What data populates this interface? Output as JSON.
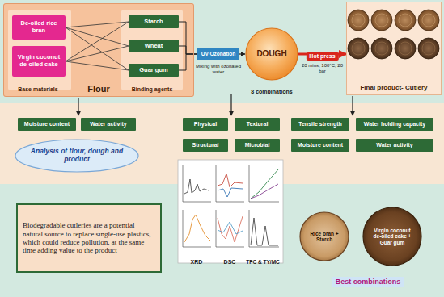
{
  "diagram": {
    "nodes": [
      {
        "text": [
          "Flour"
        ]
      },
      {
        "text": [
          "De-oiled rice bran"
        ],
        "in": 0
      },
      {
        "text": [
          "Virgin coconut de-oiled cake"
        ],
        "in": 0
      },
      {
        "text": [
          "Starch"
        ],
        "in": 0
      },
      {
        "text": [
          "Wheat"
        ],
        "in": 0
      },
      {
        "text": [
          "Guar gum"
        ],
        "in": 0
      },
      {
        "text": [
          "UV Ozonation"
        ]
      },
      {
        "text": [
          "DOUGH"
        ]
      },
      {
        "text": [
          "Final product- Cutlery"
        ]
      },
      {
        "text": [
          "Moisture content"
        ]
      },
      {
        "text": [
          "Water activity"
        ]
      },
      {
        "text": [
          "Analysis of flour, dough and product"
        ]
      },
      {
        "text": [
          "Physical"
        ]
      },
      {
        "text": [
          "Textural"
        ]
      },
      {
        "text": [
          "Structural"
        ]
      },
      {
        "text": [
          "Microbial"
        ]
      },
      {
        "text": [
          "Tensile strength"
        ]
      },
      {
        "text": [
          "Water holding capacity"
        ]
      },
      {
        "text": [
          "Moisture content"
        ]
      },
      {
        "text": [
          "Water activity"
        ]
      },
      {
        "text": [
          "Biodegradable cutleries are a potential natural source to replace single-use plastics, which could reduce pollution, at the same time adding value to the product"
        ]
      },
      {
        "text": [
          "Rice bran + Starch"
        ]
      },
      {
        "text": [
          "Virgin coconut de-oiled cake + Guar gum"
        ]
      }
    ],
    "edges": [
      {
        "from": 1,
        "to": 3,
        "arrow": "none"
      },
      {
        "from": 1,
        "to": 4,
        "arrow": "none"
      },
      {
        "from": 1,
        "to": 5,
        "arrow": "none"
      },
      {
        "from": 2,
        "to": 3,
        "arrow": "none"
      },
      {
        "from": 2,
        "to": 4,
        "arrow": "none"
      },
      {
        "from": 2,
        "to": 5,
        "arrow": "none"
      },
      {
        "from": 3,
        "to": 6,
        "arrow": "none"
      },
      {
        "from": 4,
        "to": 6,
        "arrow": "none"
      },
      {
        "from": 5,
        "to": 6,
        "arrow": "none"
      },
      {
        "from": 6,
        "to": 7,
        "arrow": "to"
      },
      {
        "from": 7,
        "to": 8,
        "label": "Hot press",
        "arrow": "to"
      }
    ],
    "labels": [
      "Base materials",
      "Binding agents",
      "Mixing with ozonated water",
      "8 combinations",
      "20 mins; 100°C, 20 bar",
      "XRD",
      "DSC",
      "TPC & TY/MC",
      "Best combinations"
    ]
  }
}
